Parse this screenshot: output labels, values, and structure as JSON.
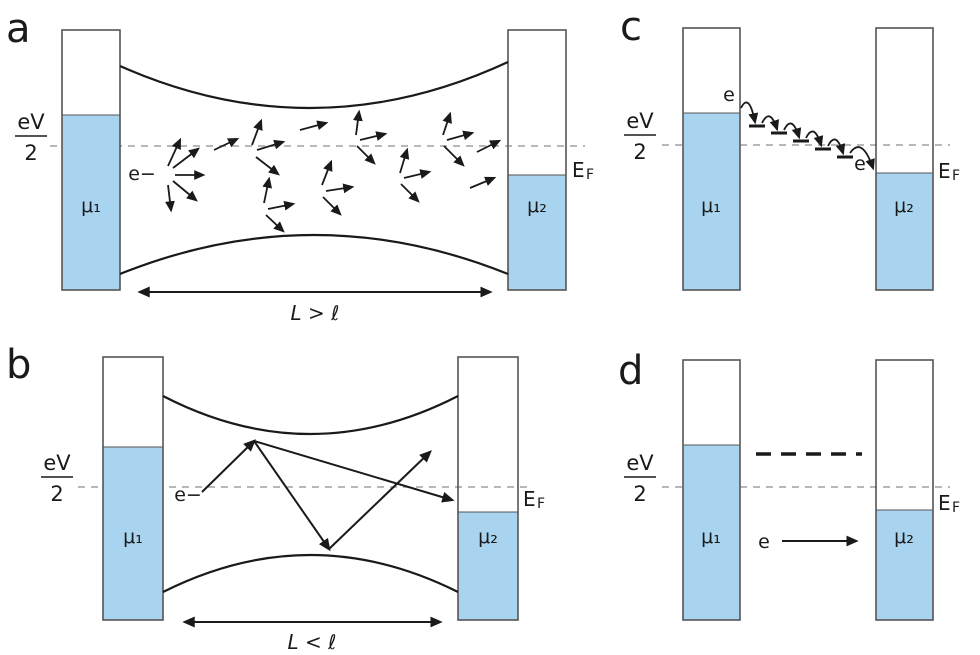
{
  "colors": {
    "reservoir_fill": "#a8d4f0",
    "reservoir_stroke": "#555555",
    "ink": "#1a1a1a",
    "fermi_dash": "#a0a0a0",
    "background": "#ffffff"
  },
  "panel_a": {
    "letter": "a",
    "mu1": "μ₁",
    "mu2": "μ₂",
    "ev_numerator": "eV",
    "ev_denominator": "2",
    "fermi_main": "E",
    "fermi_sub": "F",
    "electron": "e−",
    "length_label": "L > ℓ"
  },
  "panel_b": {
    "letter": "b",
    "mu1": "μ₁",
    "mu2": "μ₂",
    "ev_numerator": "eV",
    "ev_denominator": "2",
    "fermi_main": "E",
    "fermi_sub": "F",
    "electron": "e−",
    "length_label": "L < ℓ"
  },
  "panel_c": {
    "letter": "c",
    "mu1": "μ₁",
    "mu2": "μ₂",
    "ev_numerator": "eV",
    "ev_denominator": "2",
    "fermi_main": "E",
    "fermi_sub": "F",
    "electron_start": "e",
    "electron_end": "e"
  },
  "panel_d": {
    "letter": "d",
    "mu1": "μ₁",
    "mu2": "μ₂",
    "ev_numerator": "eV",
    "ev_denominator": "2",
    "fermi_main": "E",
    "fermi_sub": "F",
    "electron": "e"
  }
}
